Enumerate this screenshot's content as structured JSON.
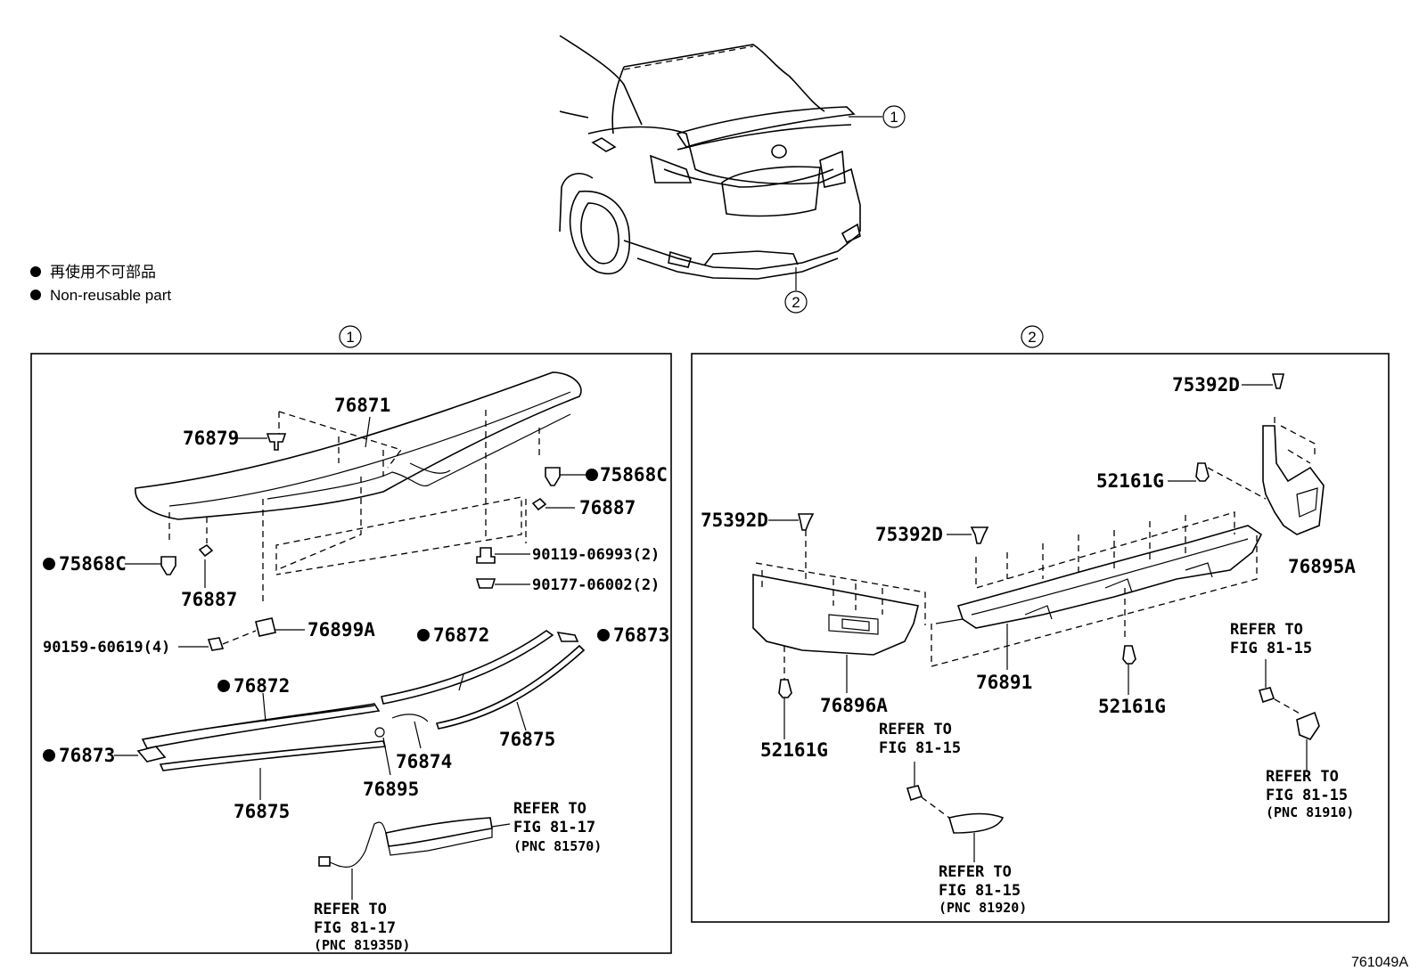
{
  "legend": {
    "japanese": "再使用不可部品",
    "english": "Non-reusable part"
  },
  "callouts": {
    "c1": "1",
    "c2": "2"
  },
  "figure_id": "761049A",
  "left": {
    "p76871": "76871",
    "p76879": "76879",
    "p75868C_r": "75868C",
    "p76887_r": "76887",
    "p75868C_l": "75868C",
    "p76887_l": "76887",
    "p90119": "90119-06993(2)",
    "p90177": "90177-06002(2)",
    "p90159": "90159-60619(4)",
    "p76899A": "76899A",
    "p76872_a": "76872",
    "p76873_a": "76873",
    "p76872_b": "76872",
    "p76873_b": "76873",
    "p76875_a": "76875",
    "p76874": "76874",
    "p76895": "76895",
    "p76875_b": "76875",
    "ref1_l1": "REFER TO",
    "ref1_l2": "FIG 81-17",
    "ref1_l3": "(PNC 81570)",
    "ref2_l1": "REFER TO",
    "ref2_l2": "FIG 81-17",
    "ref2_l3": "(PNC 81935D)"
  },
  "right": {
    "p75392D_top": "75392D",
    "p52161G_top": "52161G",
    "p76895A": "76895A",
    "p75392D_left": "75392D",
    "p75392D_mid": "75392D",
    "p76891": "76891",
    "p52161G_mid": "52161G",
    "p76896A": "76896A",
    "p52161G_left": "52161G",
    "refA_l1": "REFER TO",
    "refA_l2": "FIG 81-15",
    "refB_l1": "REFER TO",
    "refB_l2": "FIG 81-15",
    "refC_l1": "REFER TO",
    "refC_l2": "FIG 81-15",
    "refC_l3": "(PNC 81920)",
    "refD_l1": "REFER TO",
    "refD_l2": "FIG 81-15",
    "refD_l3": "(PNC 81910)"
  }
}
